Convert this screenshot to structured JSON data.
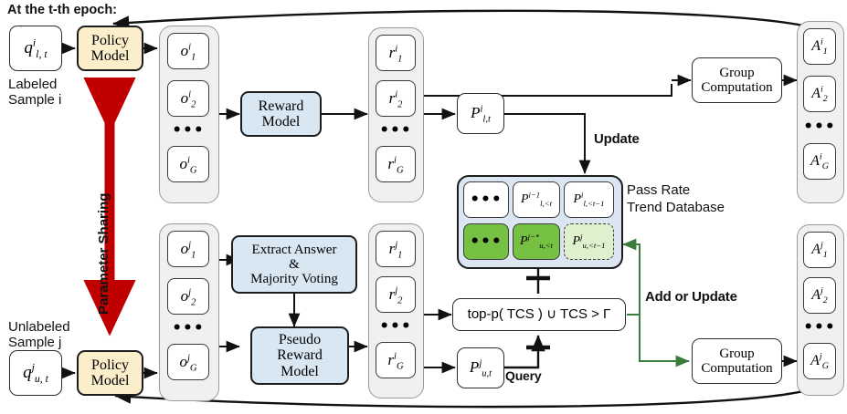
{
  "title": "At the t-th epoch:",
  "labels": {
    "labeled_sample": "Labeled\nSample i",
    "labeled_sample_l1": "Labeled",
    "labeled_sample_l2": "Sample i",
    "unlabeled_sample_l1": "Unlabeled",
    "unlabeled_sample_l2": "Sample j",
    "parameter_sharing": "Parameter Sharing",
    "update": "Update",
    "add_or_update": "Add or Update",
    "query": "Query",
    "pass_rate_db_l1": "Pass Rate",
    "pass_rate_db_l2": "Trend Database"
  },
  "boxes": {
    "policy_model_top": "Policy\nModel",
    "policy_model_bottom": "Policy\nModel",
    "policy_line1": "Policy",
    "policy_line2": "Model",
    "reward_model_l1": "Reward",
    "reward_model_l2": "Model",
    "extract_l1": "Extract Answer",
    "extract_l2": "&",
    "extract_l3": "Majority Voting",
    "pseudo_l1": "Pseudo",
    "pseudo_l2": "Reward",
    "pseudo_l3": "Model",
    "group_comp_top_l1": "Group",
    "group_comp_top_l2": "Computation",
    "group_comp_bot_l1": "Group",
    "group_comp_bot_l2": "Computation",
    "topp_selection": "top-p( TCS ) ∪ TCS > Γ"
  },
  "queries": {
    "labeled": {
      "base": "q",
      "sup": "i",
      "sub": "l, t"
    },
    "unlabeled": {
      "base": "q",
      "sup": "j",
      "sub": "u, t"
    }
  },
  "outputs_top": [
    {
      "base": "o",
      "sup": "i",
      "sub": "1"
    },
    {
      "base": "o",
      "sup": "i",
      "sub": "2"
    },
    {
      "ellipsis": "•••"
    },
    {
      "base": "o",
      "sup": "i",
      "sub": "G"
    }
  ],
  "outputs_bottom": [
    {
      "base": "o",
      "sup": "j",
      "sub": "1"
    },
    {
      "base": "o",
      "sup": "j",
      "sub": "2"
    },
    {
      "ellipsis": "•••"
    },
    {
      "base": "o",
      "sup": "j",
      "sub": "G"
    }
  ],
  "rewards_top": [
    {
      "base": "r",
      "sup": "i",
      "sub": "1"
    },
    {
      "base": "r",
      "sup": "i",
      "sub": "2"
    },
    {
      "ellipsis": "•••"
    },
    {
      "base": "r",
      "sup": "i",
      "sub": "G"
    }
  ],
  "rewards_bottom": [
    {
      "base": "r",
      "sup": "j",
      "sub": "1"
    },
    {
      "base": "r",
      "sup": "j",
      "sub": "2"
    },
    {
      "ellipsis": "•••"
    },
    {
      "base": "r",
      "sup": "i",
      "sub": "G"
    }
  ],
  "advantages_top": [
    {
      "base": "A",
      "sup": "i",
      "sub": "1"
    },
    {
      "base": "A",
      "sup": "i",
      "sub": "2"
    },
    {
      "ellipsis": "•••"
    },
    {
      "base": "A",
      "sup": "i",
      "sub": "G"
    }
  ],
  "advantages_bottom": [
    {
      "base": "A",
      "sup": "j",
      "sub": "1"
    },
    {
      "base": "A",
      "sup": "j",
      "sub": "2"
    },
    {
      "ellipsis": "•••"
    },
    {
      "base": "A",
      "sup": "j",
      "sub": "G"
    }
  ],
  "pass_rates": {
    "labeled_current": {
      "base": "P",
      "sup": "i",
      "sub": "l,t"
    },
    "unlabeled_current": {
      "base": "P",
      "sup": "j",
      "sub": "u,t"
    }
  },
  "database": {
    "row_labeled": [
      {
        "ellipsis": "•••"
      },
      {
        "base": "P",
        "sup": "i−1",
        "sub": "l,<t"
      },
      {
        "base": "P",
        "sup": "i",
        "sub": "l,<t−1"
      }
    ],
    "row_unlabeled": [
      {
        "ellipsis": "•••"
      },
      {
        "base": "P",
        "sup": "j−*",
        "sub": "u,<t"
      },
      {
        "base": "P",
        "sup": "j",
        "sub": "u,<t−1"
      }
    ]
  },
  "colors": {
    "policy_fill": "#fbeecb",
    "model_fill": "#d9e7f3",
    "db_fill": "#dbe6f2",
    "green_fill": "#76c043",
    "green_dash_fill": "#dff0cf",
    "green_arrow": "#3b7d3b",
    "red_arrow": "#c00000",
    "stack_fill": "#f0f0f0",
    "stroke": "#1d1d1d"
  }
}
